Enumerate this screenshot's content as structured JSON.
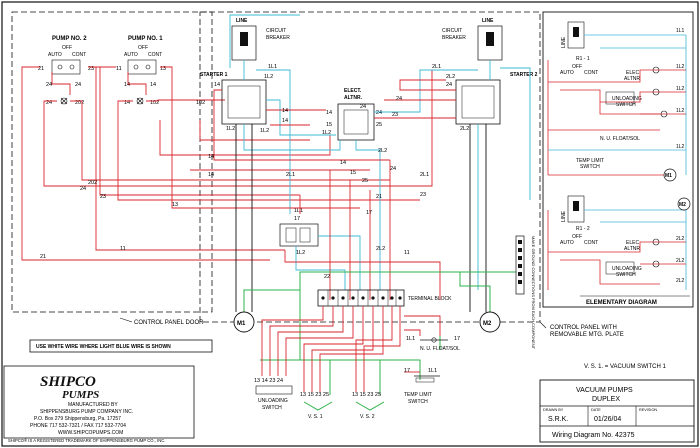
{
  "colors": {
    "red": "#d9262c",
    "blue": "#3fb8d6",
    "green": "#2fb34a",
    "black": "#111111"
  },
  "labels": {
    "pump2": "PUMP NO. 2",
    "pump1": "PUMP NO. 1",
    "off": "OFF",
    "auto": "AUTO",
    "cont": "CONT",
    "line": "LINE",
    "circuit_breaker_1": "CIRCUIT",
    "circuit_breaker_2": "BREAKER",
    "starter1": "STARTER 1",
    "starter2": "STARTER 2",
    "elect_altnr_1": "ELECT.",
    "elect_altnr_2": "ALTNR.",
    "terminal_block": "TERMINAL BLOCK",
    "control_panel_door": "CONTROL PANEL DOOR",
    "control_panel_plate_1": "CONTROL PANEL WITH",
    "control_panel_plate_2": "REMOVABLE MTG. PLATE",
    "white_wire_note": "USE WHITE WIRE WHERE LIGHT BLUE WIRE IS SHOWN",
    "vs1_legend": "V. S. 1.  =  VACUUM SWITCH 1",
    "m1": "M1",
    "m2": "M2",
    "unloading_switch_1": "UNLOADING",
    "unloading_switch_2": "SWITCH",
    "vs1": "V. S. 1",
    "vs2": "V. S. 2",
    "nu_float": "N. U. FLOAT/SOL",
    "temp_limit_1": "TEMP LIMIT",
    "temp_limit_2": "SWITCH",
    "elementary_diagram": "ELEMENTARY DIAGRAM",
    "ground_note": "MAKE GROUND CONNECTIONS FROM EACH COMPONENT"
  },
  "logo": {
    "brand_line1": "SHIPCO",
    "brand_line2": "PUMPS",
    "manufactured_by": "MANUFACTURED BY",
    "company": "SHIPPENSBURG PUMP COMPANY INC.",
    "address": "P.O. Box 279    Shippensburg, Pa. 17257",
    "phone": "PHONE 717 532-7321 / FAX 717 532-7704",
    "web": "WWW.SHIPCOPUMPS.COM",
    "trademark": "SHIPCO® IS A REGISTERED TRADEMARK OF SHIPPENSBURG PUMP CO., INC."
  },
  "title_block": {
    "title1": "VACUUM PUMPS",
    "title2": "DUPLEX",
    "drawn_by_label": "DRAWN BY",
    "drawn_by": "S.R.K.",
    "date_label": "DATE",
    "date": "01/26/04",
    "revision_label": "REVISION",
    "revision": "",
    "diagram_no": "Wiring Diagram No. 42375"
  },
  "elementary": {
    "r1_labels": [
      "LINE",
      "R1 - 1",
      "AUTO",
      "CONT",
      "OFF",
      "ELEC",
      "ALTNR",
      "UNLOADING",
      "SWITCH",
      "N. U. FLOAT/SOL",
      "TEMP LIMIT",
      "SWITCH"
    ],
    "r2_labels": [
      "LINE",
      "R1 - 2",
      "AUTO",
      "CONT",
      "OFF",
      "ELEC",
      "ALTNR",
      "UNLOADING",
      "SWITCH"
    ]
  }
}
